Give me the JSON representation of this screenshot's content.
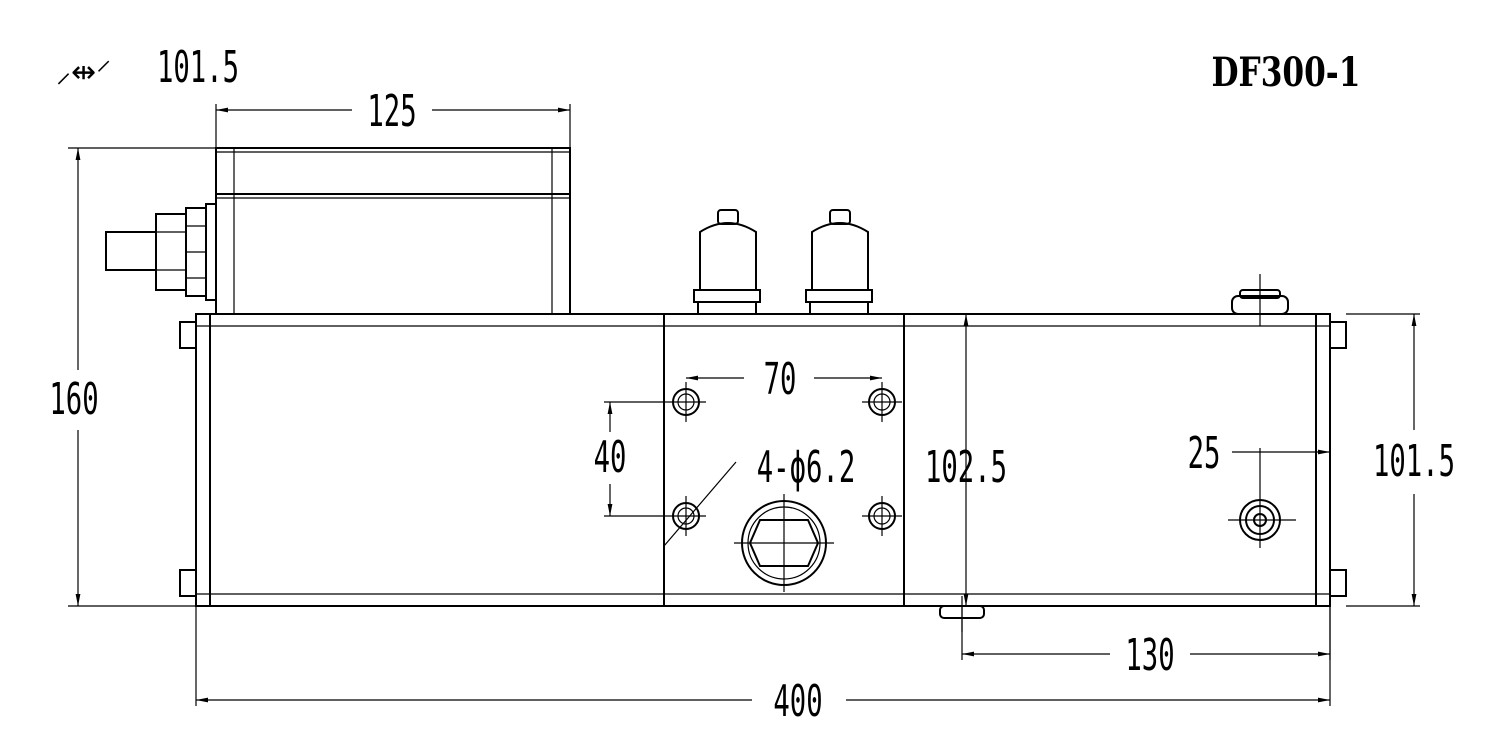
{
  "drawing": {
    "model": "DF300-1",
    "top_left_mark": {
      "symbols": "⸝⇹⸍",
      "value": "101.5"
    },
    "dimensions": {
      "box_width": "125",
      "overall_height": "160",
      "hole_spacing_h": "70",
      "hole_spacing_v": "40",
      "hole_spec": "4-ϕ6.2",
      "center_height": "102.5",
      "body_height": "101.5",
      "port_offset": "25",
      "port_distance": "130",
      "overall_length": "400"
    }
  }
}
